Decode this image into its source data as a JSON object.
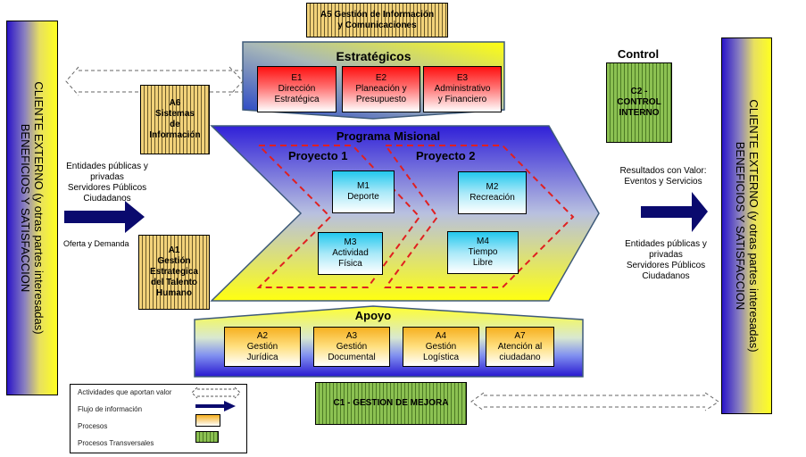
{
  "client_left": {
    "line1": "CLIENTE  EXTERNO (y otras partes interesadas)",
    "line2": "BENEFICIOS  Y  SATISFACCION"
  },
  "client_right": {
    "line1": "CLIENTE  EXTERNO (y otras partes interesadas)",
    "line2": "BENEFICIOS  Y  SATISFACCION"
  },
  "a5": {
    "line1": "A5 Gestión de Información",
    "line2": "y Comunicaciones"
  },
  "strategic": {
    "title": "Estratégicos",
    "boxes": [
      {
        "code": "E1",
        "line1": "Dirección",
        "line2": "Estratégica"
      },
      {
        "code": "E2",
        "line1": "Planeación y",
        "line2": "Presupuesto"
      },
      {
        "code": "E3",
        "line1": "Administrativo",
        "line2": "y Financiero"
      }
    ]
  },
  "control": {
    "title": "Control",
    "box": {
      "line1": "C2 -",
      "line2": "CONTROL",
      "line3": "INTERNO"
    }
  },
  "a6": {
    "code": "A6",
    "line1": "Sistemas",
    "line2": "de",
    "line3": "Información"
  },
  "a1": {
    "code": "A1",
    "line1": "Gestión",
    "line2": "Estrategica",
    "line3": "del Talento",
    "line4": "Humano"
  },
  "input": {
    "line1": "Entidades públicas y",
    "line2": "privadas",
    "line3": "Servidores Públicos",
    "line4": "Ciudadanos",
    "caption": "Oferta y Demanda"
  },
  "output": {
    "top1": "Resultados con Valor:",
    "top2": "Eventos y Servicios",
    "line1": "Entidades públicas y",
    "line2": "privadas",
    "line3": "Servidores Públicos",
    "line4": "Ciudadanos"
  },
  "mission": {
    "title": "Programa Misional",
    "project1": "Proyecto 1",
    "project2": "Proyecto 2",
    "boxes": [
      {
        "code": "M1",
        "line1": "Deporte",
        "line2": ""
      },
      {
        "code": "M2",
        "line1": "Recreación",
        "line2": ""
      },
      {
        "code": "M3",
        "line1": "Actividad",
        "line2": "Física"
      },
      {
        "code": "M4",
        "line1": "Tiempo",
        "line2": "Libre"
      }
    ]
  },
  "support": {
    "title": "Apoyo",
    "boxes": [
      {
        "code": "A2",
        "line1": "Gestión",
        "line2": "Jurídica"
      },
      {
        "code": "A3",
        "line1": "Gestión",
        "line2": "Documental"
      },
      {
        "code": "A4",
        "line1": "Gestión",
        "line2": "Logística"
      },
      {
        "code": "A7",
        "line1": "Atención al",
        "line2": "ciudadano"
      }
    ]
  },
  "c1": {
    "label": "C1 - GESTION DE MEJORA"
  },
  "legend": {
    "items": [
      {
        "label": "Actividades que aportan valor",
        "icon": "dashed-double-arrow-icon"
      },
      {
        "label": "Flujo de información",
        "icon": "navy-arrow-icon"
      },
      {
        "label": "Procesos",
        "icon": "process-swatch-icon"
      },
      {
        "label": "Procesos Transversales",
        "icon": "transversal-swatch-icon"
      }
    ]
  },
  "colors": {
    "navy_arrow": "#0a0a6e",
    "red_dash": "#e02020",
    "border_blue": "#3e5a7a"
  }
}
